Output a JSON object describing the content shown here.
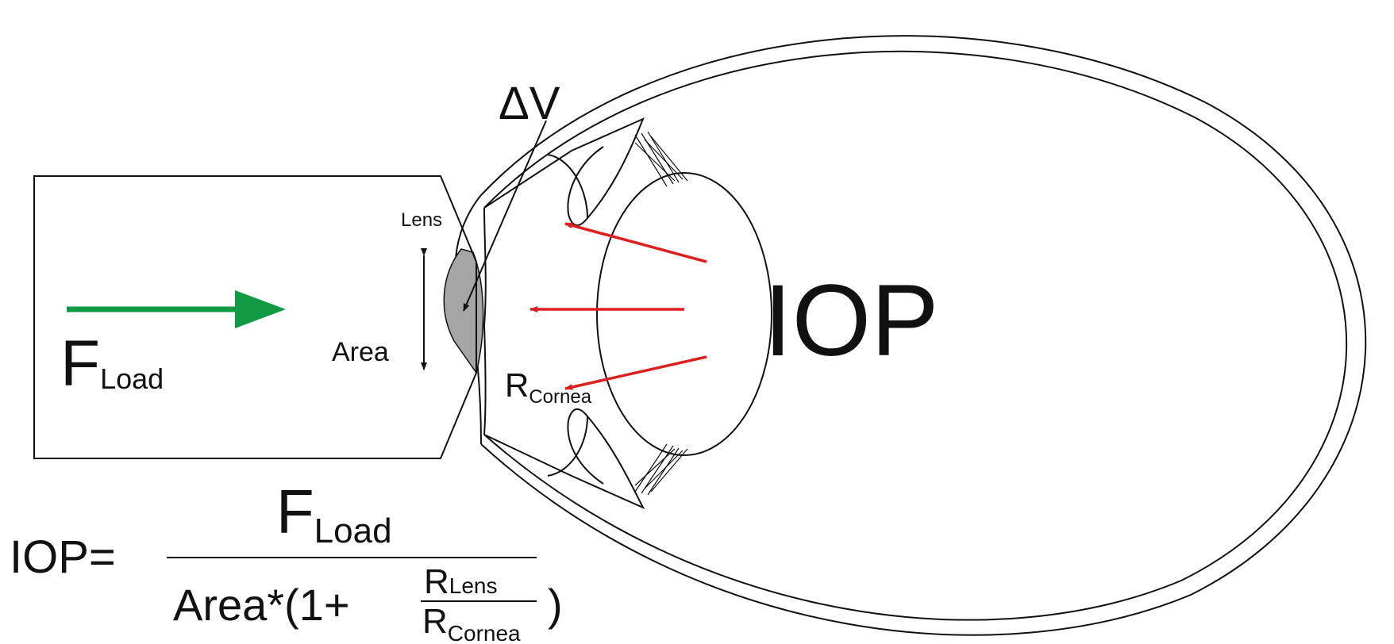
{
  "labels": {
    "delta_v": "ΔV",
    "lens": "Lens",
    "area": "Area",
    "iop": "IOP",
    "f_main": "F",
    "f_sub": "Load",
    "r_cornea_main": "R",
    "r_cornea_sub": "Cornea"
  },
  "formula": {
    "lhs": "IOP=",
    "num_main": "F",
    "num_sub": "Load",
    "den_prefix": "Area*(1+",
    "frac_num_main": "R",
    "frac_num_sub": "Lens",
    "frac_den_main": "R",
    "frac_den_sub": "Cornea",
    "den_suffix": ")"
  },
  "colors": {
    "force_arrow": "#119944",
    "pressure_arrows": "#dd1f1f",
    "flattened_area": "#a6a6a6",
    "outline": "#111111"
  }
}
